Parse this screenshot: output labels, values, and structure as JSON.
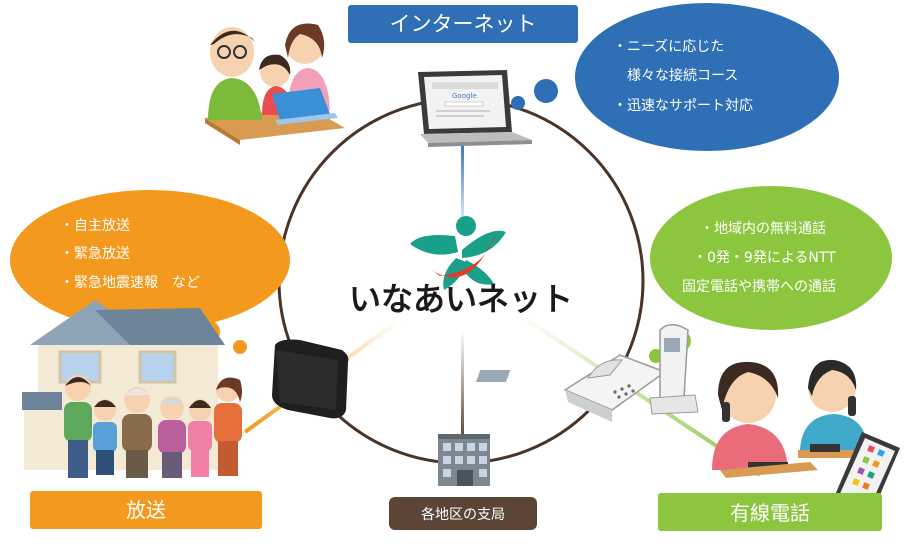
{
  "labels": {
    "internet": "インターネット",
    "broadcast": "放送",
    "phone": "有線電話",
    "branch": "各地区の支局"
  },
  "logo": {
    "text": "いなあいネット"
  },
  "bubbles": {
    "internet": [
      "・ニーズに応じた",
      "　様々な接続コース",
      "・迅速なサポート対応"
    ],
    "broadcast": [
      "・自主放送",
      "・緊急放送",
      "・緊急地震速報　など"
    ],
    "phone": [
      "・地域内の無料通話",
      "・0発・9発によるNTT",
      "固定電話や携帯への通話"
    ]
  },
  "browser": {
    "search_text": "Google"
  },
  "colors": {
    "internet": "#2f6fb5",
    "broadcast": "#f39a1e",
    "phone": "#8cc63f",
    "branch": "#5c4536",
    "ring": "#4a3426",
    "logo_green": "#1aa089",
    "logo_red": "#e23b2e"
  }
}
